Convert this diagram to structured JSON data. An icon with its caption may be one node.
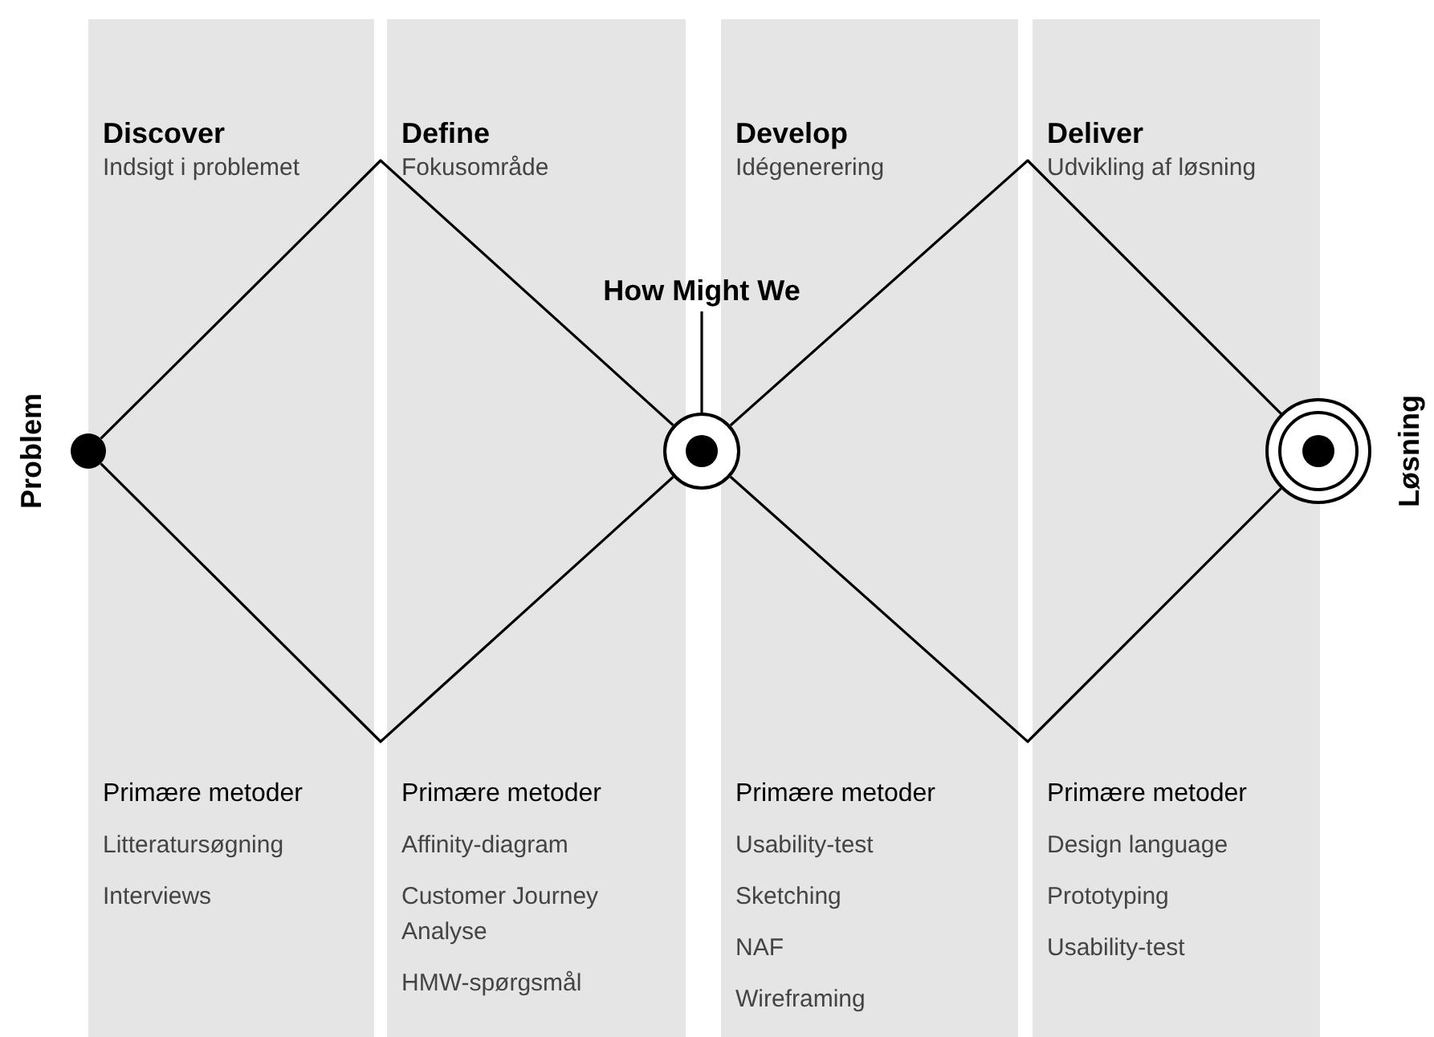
{
  "diagram": {
    "nodes": [
      {
        "text": [],
        "shape": "circle",
        "beside": [
          "Problem"
        ]
      },
      {
        "text": [
          "How Might We"
        ]
      },
      {
        "text": [],
        "shape": "circle"
      },
      {
        "text": [],
        "shape": "circle",
        "beside": [
          "Løsning"
        ]
      }
    ],
    "edges": [
      {
        "from": 0,
        "to": 2,
        "arrow": "none"
      },
      {
        "from": 0,
        "to": 2,
        "arrow": "none"
      },
      {
        "from": 2,
        "to": 3,
        "arrow": "none"
      },
      {
        "from": 2,
        "to": 3,
        "arrow": "none"
      },
      {
        "from": 1,
        "to": 2,
        "arrow": "none"
      }
    ],
    "labels": [
      "Discover",
      "Indsigt i problemet",
      "Primære metoder",
      "Litteratursøgning",
      "Interviews",
      "Define",
      "Fokusområde",
      "Primære metoder",
      "Affinity-diagram",
      "Customer Journey Analyse",
      "HMW-spørgsmål",
      "Develop",
      "Idégenerering",
      "Primære metoder",
      "Usability-test",
      "Sketching",
      "NAF",
      "Wireframing",
      "Deliver",
      "Udvikling af løsning",
      "Primære metoder",
      "Design language",
      "Prototyping",
      "Usability-test"
    ]
  }
}
